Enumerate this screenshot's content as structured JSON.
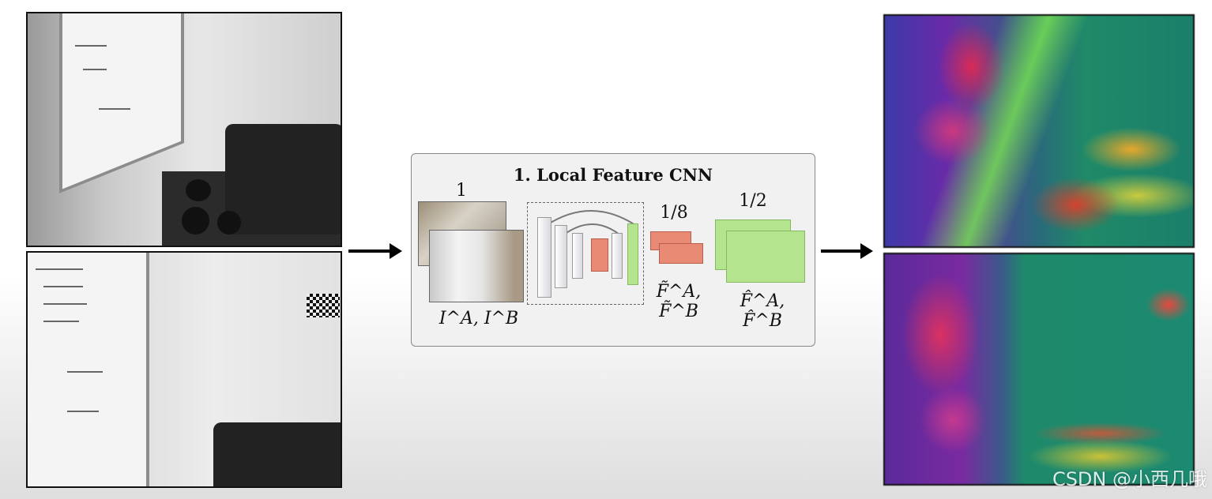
{
  "diagram": {
    "box_title": "1. Local Feature CNN",
    "input_scale": "1",
    "input_label": "I^A, I^B",
    "coarse_scale": "1/8",
    "coarse_label": "F̃^A, F̃^B",
    "fine_scale": "1/2",
    "fine_label": "F̂^A, F̂^B"
  },
  "watermark": "CSDN @小西几哦",
  "colors": {
    "coarse_block": "#e88a74",
    "fine_block": "#b5e48f",
    "box_bg": "#f1f1f1",
    "arrow": "#000000"
  }
}
